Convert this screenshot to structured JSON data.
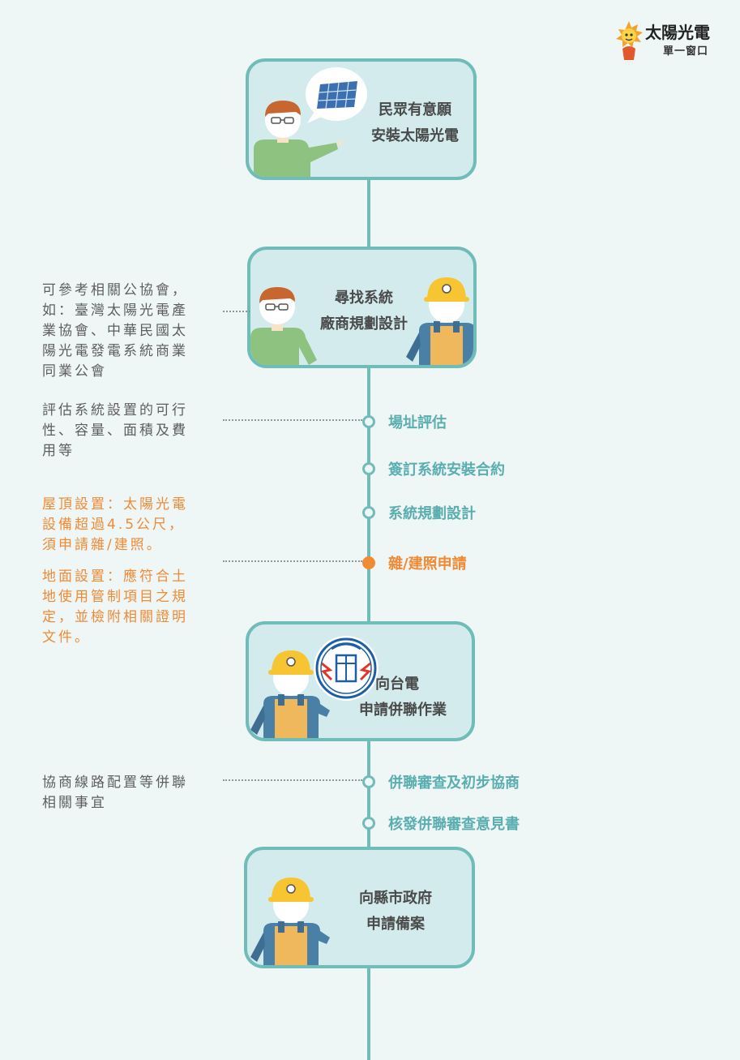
{
  "logo": {
    "title": "太陽光電",
    "subtitle": "單一窗口"
  },
  "cards": [
    {
      "line1": "民眾有意願",
      "line2": "安裝太陽光電"
    },
    {
      "line1": "尋找系統",
      "line2": "廠商規劃設計"
    },
    {
      "line1": "向台電",
      "line2": "申請併聯作業"
    },
    {
      "line1": "向縣市政府",
      "line2": "申請備案"
    }
  ],
  "notes": {
    "associations": [
      "可參考相關公協會，",
      "如：臺灣太陽光電產",
      "業協會、中華民國太",
      "陽光電發電系統商業",
      "同業公會"
    ],
    "evaluation": [
      "評估系統設置的可行",
      "性、容量、面積及費",
      "用等"
    ],
    "rooftop": [
      "屋頂設置：太陽光電",
      "設備超過4.5公尺，",
      "須申請雜/建照。"
    ],
    "ground": [
      "地面設置：應符合土",
      "地使用管制項目之規",
      "定，並檢附相關證明",
      "文件。"
    ],
    "negotiation": [
      "協商線路配置等併聯",
      "相關事宜"
    ]
  },
  "steps": [
    {
      "label": "場址評估",
      "highlight": false
    },
    {
      "label": "簽訂系統安裝合約",
      "highlight": false
    },
    {
      "label": "系統規劃設計",
      "highlight": false
    },
    {
      "label": "雜/建照申請",
      "highlight": true
    },
    {
      "label": "併聯審查及初步協商",
      "highlight": false
    },
    {
      "label": "核發併聯審查意見書",
      "highlight": false
    }
  ],
  "colors": {
    "teal": "#6fbcb8",
    "card": "#d3ebec",
    "accent": "#f08a35",
    "stepText": "#5aaeb0",
    "bodyText": "#5e5e5e"
  }
}
